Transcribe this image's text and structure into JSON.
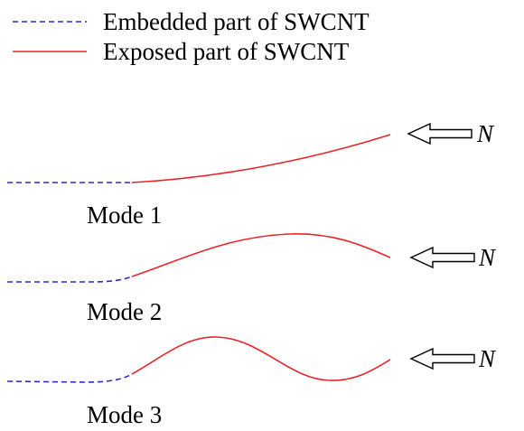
{
  "legend": {
    "embedded": {
      "label": "Embedded part of SWCNT",
      "color": "#2b2bd6",
      "style": "dashed"
    },
    "exposed": {
      "label": "Exposed part of SWCNT",
      "color": "#e8262a",
      "style": "solid"
    }
  },
  "modes": [
    {
      "label": "Mode 1",
      "force_label": "N"
    },
    {
      "label": "Mode 2",
      "force_label": "N"
    },
    {
      "label": "Mode 3",
      "force_label": "N"
    }
  ]
}
